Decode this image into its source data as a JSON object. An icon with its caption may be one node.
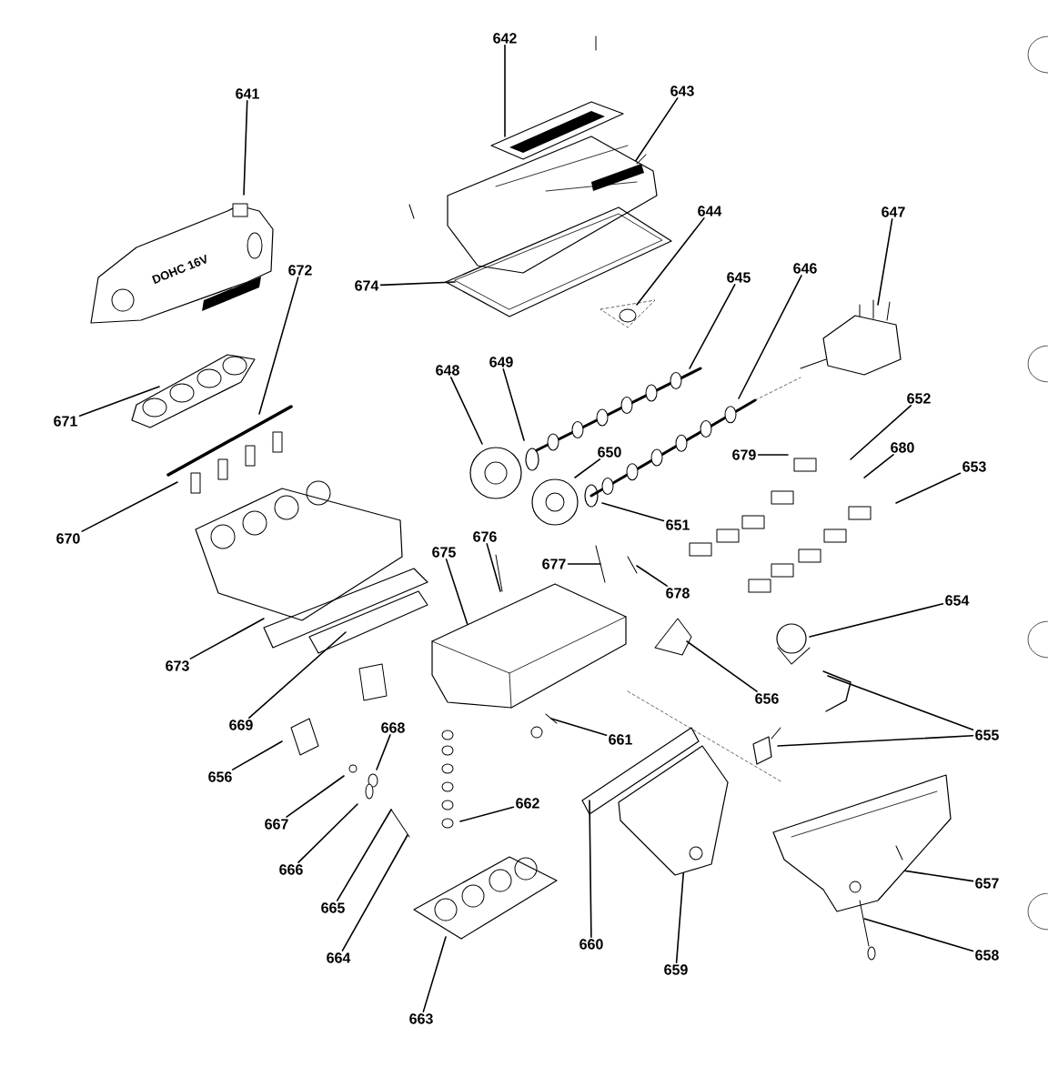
{
  "diagram": {
    "nodes": [
      {
        "text": [
          "642"
        ]
      },
      {
        "text": [
          "643"
        ]
      },
      {
        "text": [
          "641"
        ]
      },
      {
        "text": [
          "644"
        ]
      },
      {
        "text": [
          "647"
        ]
      },
      {
        "text": [
          "646"
        ]
      },
      {
        "text": [
          "672"
        ]
      },
      {
        "text": [
          "645"
        ]
      },
      {
        "text": [
          "674"
        ]
      },
      {
        "text": [
          "649"
        ]
      },
      {
        "text": [
          "648"
        ]
      },
      {
        "text": [
          "652"
        ]
      },
      {
        "text": [
          "671"
        ]
      },
      {
        "text": [
          "680"
        ]
      },
      {
        "text": [
          "650"
        ]
      },
      {
        "text": [
          "679"
        ]
      },
      {
        "text": [
          "653"
        ]
      },
      {
        "text": [
          "651"
        ]
      },
      {
        "text": [
          "676"
        ]
      },
      {
        "text": [
          "670"
        ]
      },
      {
        "text": [
          "675"
        ]
      },
      {
        "text": [
          "677"
        ]
      },
      {
        "text": [
          "678"
        ]
      },
      {
        "text": [
          "654"
        ]
      },
      {
        "text": [
          "673"
        ]
      },
      {
        "text": [
          "656"
        ]
      },
      {
        "text": [
          "669"
        ]
      },
      {
        "text": [
          "668"
        ]
      },
      {
        "text": [
          "655"
        ]
      },
      {
        "text": [
          "661"
        ]
      },
      {
        "text": [
          "656"
        ]
      },
      {
        "text": [
          "662"
        ]
      },
      {
        "text": [
          "667"
        ]
      },
      {
        "text": [
          "666"
        ]
      },
      {
        "text": [
          "657"
        ]
      },
      {
        "text": [
          "665"
        ]
      },
      {
        "text": [
          "660"
        ]
      },
      {
        "text": [
          "658"
        ]
      },
      {
        "text": [
          "664"
        ]
      },
      {
        "text": [
          "659"
        ]
      },
      {
        "text": [
          "663"
        ]
      }
    ],
    "edges": [
      {
        "from": 0,
        "to": null,
        "arrow": "none"
      },
      {
        "from": 1,
        "to": null,
        "arrow": "none"
      },
      {
        "from": 2,
        "to": null,
        "arrow": "none"
      },
      {
        "from": 3,
        "to": null,
        "arrow": "none"
      },
      {
        "from": 4,
        "to": null,
        "arrow": "none"
      },
      {
        "from": 5,
        "to": null,
        "arrow": "none"
      },
      {
        "from": 6,
        "to": null,
        "arrow": "none"
      },
      {
        "from": 7,
        "to": null,
        "arrow": "none"
      },
      {
        "from": 8,
        "to": null,
        "arrow": "none"
      },
      {
        "from": 9,
        "to": null,
        "arrow": "none"
      },
      {
        "from": 10,
        "to": null,
        "arrow": "none"
      },
      {
        "from": 11,
        "to": null,
        "arrow": "none"
      },
      {
        "from": 12,
        "to": null,
        "arrow": "none"
      },
      {
        "from": 13,
        "to": null,
        "arrow": "none"
      },
      {
        "from": 14,
        "to": null,
        "arrow": "none"
      },
      {
        "from": 15,
        "to": null,
        "arrow": "none"
      },
      {
        "from": 16,
        "to": null,
        "arrow": "none"
      },
      {
        "from": 17,
        "to": null,
        "arrow": "none"
      },
      {
        "from": 18,
        "to": null,
        "arrow": "none"
      },
      {
        "from": 19,
        "to": null,
        "arrow": "none"
      },
      {
        "from": 20,
        "to": null,
        "arrow": "none"
      },
      {
        "from": 21,
        "to": null,
        "arrow": "none"
      },
      {
        "from": 22,
        "to": null,
        "arrow": "none"
      },
      {
        "from": 23,
        "to": null,
        "arrow": "none"
      },
      {
        "from": 24,
        "to": null,
        "arrow": "none"
      },
      {
        "from": 25,
        "to": null,
        "arrow": "none"
      },
      {
        "from": 26,
        "to": null,
        "arrow": "none"
      },
      {
        "from": 27,
        "to": null,
        "arrow": "none"
      },
      {
        "from": 28,
        "to": null,
        "arrow": "none"
      },
      {
        "from": 28,
        "to": null,
        "arrow": "none"
      },
      {
        "from": 29,
        "to": null,
        "arrow": "none"
      },
      {
        "from": 30,
        "to": null,
        "arrow": "none"
      },
      {
        "from": 31,
        "to": null,
        "arrow": "none"
      },
      {
        "from": 32,
        "to": null,
        "arrow": "none"
      },
      {
        "from": 33,
        "to": null,
        "arrow": "none"
      },
      {
        "from": 34,
        "to": null,
        "arrow": "none"
      },
      {
        "from": 35,
        "to": null,
        "arrow": "none"
      },
      {
        "from": 36,
        "to": null,
        "arrow": "none"
      },
      {
        "from": 37,
        "to": null,
        "arrow": "none"
      },
      {
        "from": 38,
        "to": null,
        "arrow": "none"
      },
      {
        "from": 39,
        "to": null,
        "arrow": "none"
      },
      {
        "from": 40,
        "to": null,
        "arrow": "none"
      }
    ],
    "labels": [
      "DOHC 16V"
    ]
  }
}
